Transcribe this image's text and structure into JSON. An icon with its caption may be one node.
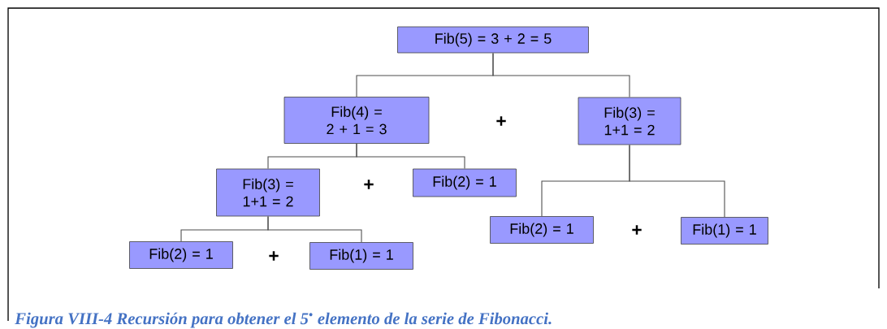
{
  "diagram": {
    "caption": "Figura VIII-4 Recursión para obtener el 5$^{•}$ elemento de la serie de Fibonacci.",
    "nodes": [
      {
        "text": [
          "Fib(5) = 3 + 2 = 5"
        ]
      },
      {
        "text": [
          "Fib(4) = 2 + 1 = 3"
        ]
      },
      {
        "text": [
          "Fib(3) = 1+1 = 2"
        ]
      },
      {
        "text": [
          "Fib(3) = 1+1 = 2"
        ]
      },
      {
        "text": [
          "Fib(2) = 1"
        ]
      },
      {
        "text": [
          "Fib(2) = 1"
        ]
      },
      {
        "text": [
          "Fib(1) = 1"
        ]
      },
      {
        "text": [
          "Fib(2) = 1"
        ]
      },
      {
        "text": [
          "Fib(1) = 1"
        ]
      }
    ],
    "edges": [
      {
        "from": 0,
        "to": 1,
        "arrow": "none"
      },
      {
        "from": 0,
        "to": 2,
        "arrow": "none"
      },
      {
        "from": 1,
        "to": 3,
        "arrow": "none"
      },
      {
        "from": 1,
        "to": 4,
        "arrow": "none"
      },
      {
        "from": 2,
        "to": 5,
        "arrow": "none"
      },
      {
        "from": 2,
        "to": 6,
        "arrow": "none"
      },
      {
        "from": 3,
        "to": 7,
        "arrow": "none"
      },
      {
        "from": 3,
        "to": 8,
        "arrow": "none"
      }
    ],
    "labels": [
      "+",
      "+",
      "+",
      "+"
    ]
  }
}
